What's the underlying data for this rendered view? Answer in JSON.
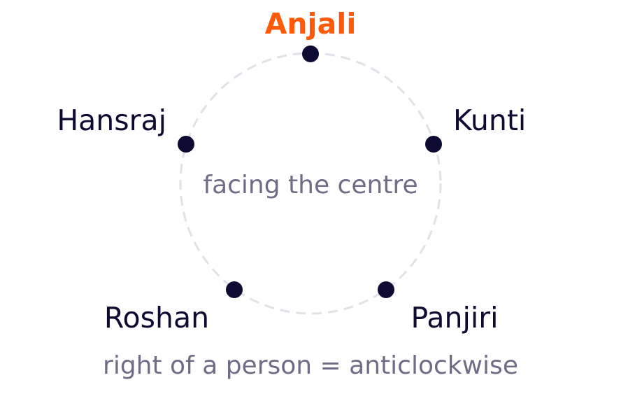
{
  "diagram": {
    "center_text": "facing the centre",
    "footer_text": "right of a person = anticlockwise",
    "highlight_color": "#ff5a0a",
    "dot_color": "#0e0b33",
    "muted_text_color": "#6f6d85",
    "ring_color": "#e1e1e8",
    "ring_style": "dashed",
    "seats": [
      {
        "name": "Anjali",
        "highlighted": true
      },
      {
        "name": "Kunti",
        "highlighted": false
      },
      {
        "name": "Panjiri",
        "highlighted": false
      },
      {
        "name": "Roshan",
        "highlighted": false
      },
      {
        "name": "Hansraj",
        "highlighted": false
      }
    ]
  }
}
